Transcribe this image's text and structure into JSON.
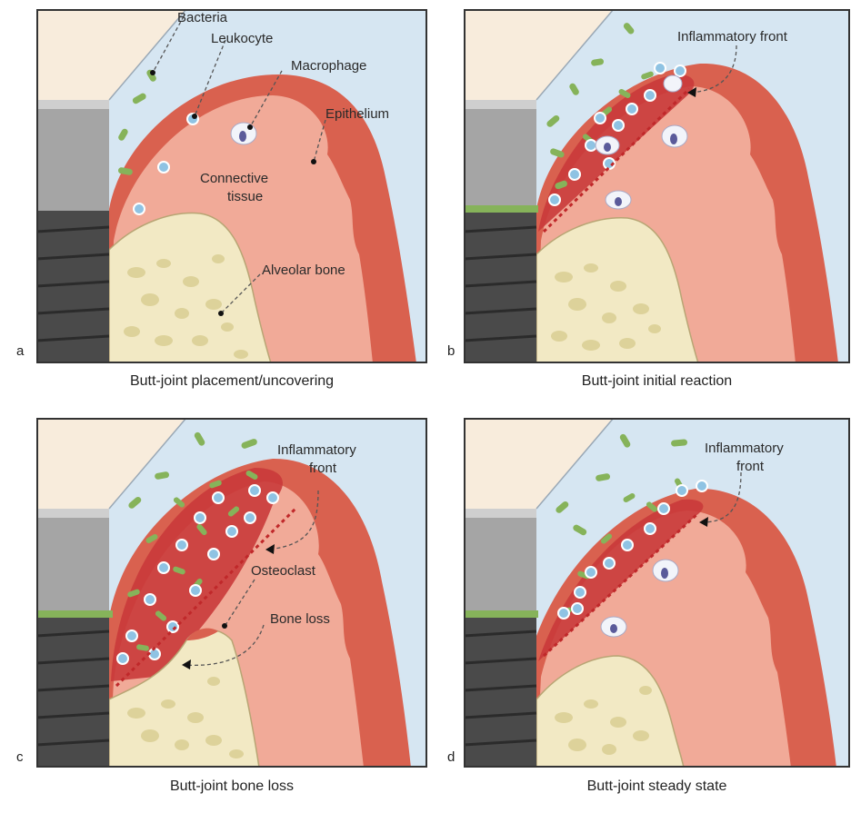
{
  "panels": [
    {
      "letter": "a",
      "caption": "Butt-joint placement/uncovering",
      "labels": {
        "bacteria": "Bacteria",
        "leukocyte": "Leukocyte",
        "macrophage": "Macrophage",
        "epithelium": "Epithelium",
        "connective_1": "Connective",
        "connective_2": "tissue",
        "alveolar_bone": "Alveolar bone"
      }
    },
    {
      "letter": "b",
      "caption": "Butt-joint initial reaction",
      "labels": {
        "front": "Inflammatory front"
      }
    },
    {
      "letter": "c",
      "caption": "Butt-joint bone loss",
      "labels": {
        "front_1": "Inflammatory",
        "front_2": "front",
        "osteoclast": "Osteoclast",
        "bone_loss": "Bone loss"
      }
    },
    {
      "letter": "d",
      "caption": "Butt-joint steady state",
      "labels": {
        "front_1": "Inflammatory",
        "front_2": "front"
      }
    }
  ],
  "colors": {
    "border": "#333333",
    "sky": "#d6e6f2",
    "cream": "#f8ecdc",
    "epithelium": "#d9614f",
    "connective": "#f1aa98",
    "bone": "#f2e9c4",
    "bone_spot": "#ddd29a",
    "inflamed": "#c93a3a",
    "bacteria": "#86b35a",
    "leukocyte": "#8fc3e3",
    "implant": "#a5a5a5",
    "thread": "#4a4a4a",
    "front_line": "#c0282a"
  }
}
